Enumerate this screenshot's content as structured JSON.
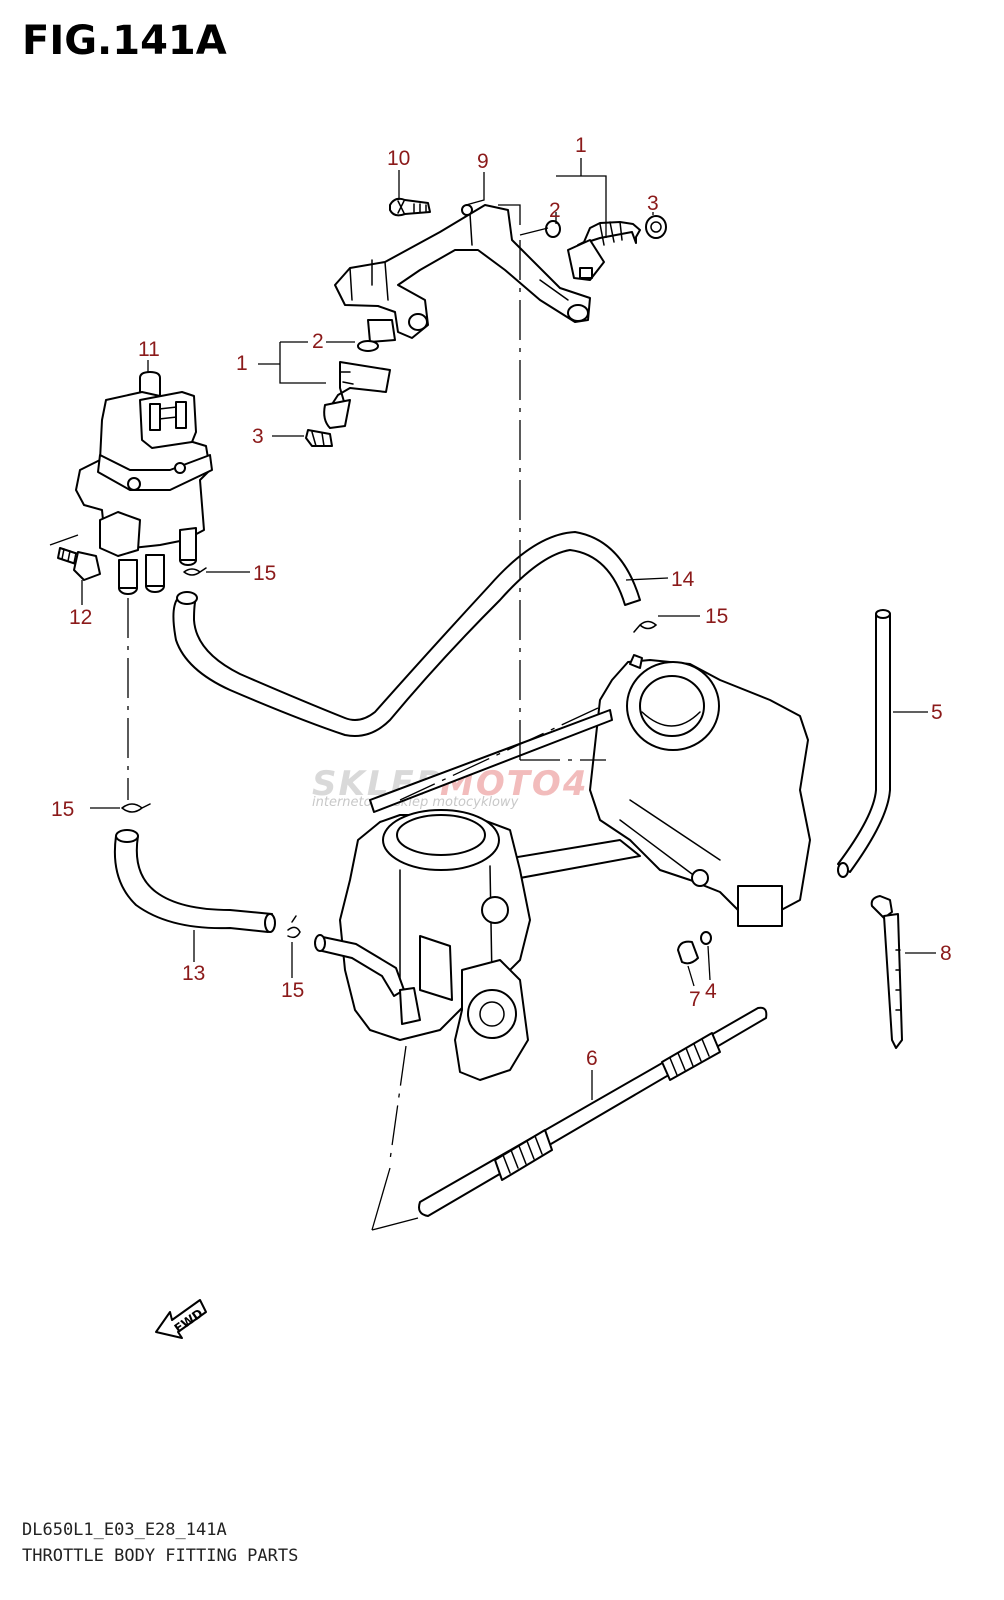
{
  "figure": {
    "title": "FIG.141A"
  },
  "footer": {
    "code": "DL650L1_E03_E28_141A",
    "caption": "THROTTLE BODY FITTING PARTS"
  },
  "watermark": {
    "part1": "SKLEP",
    "part2": "MOTO46.PL",
    "tagline": "internetowy sklep motocyklowy"
  },
  "fwd_label": "FWD",
  "callouts": {
    "c1a": "1",
    "c1b": "1",
    "c2a": "2",
    "c2b": "2",
    "c3a": "3",
    "c3b": "3",
    "c4": "4",
    "c5": "5",
    "c6": "6",
    "c7": "7",
    "c8": "8",
    "c9": "9",
    "c10": "10",
    "c11": "11",
    "c12": "12",
    "c13": "13",
    "c14": "14",
    "c15a": "15",
    "c15b": "15",
    "c15c": "15",
    "c15d": "15"
  },
  "colors": {
    "callout": "#8b1a1a",
    "line": "#000000",
    "background": "#ffffff"
  }
}
